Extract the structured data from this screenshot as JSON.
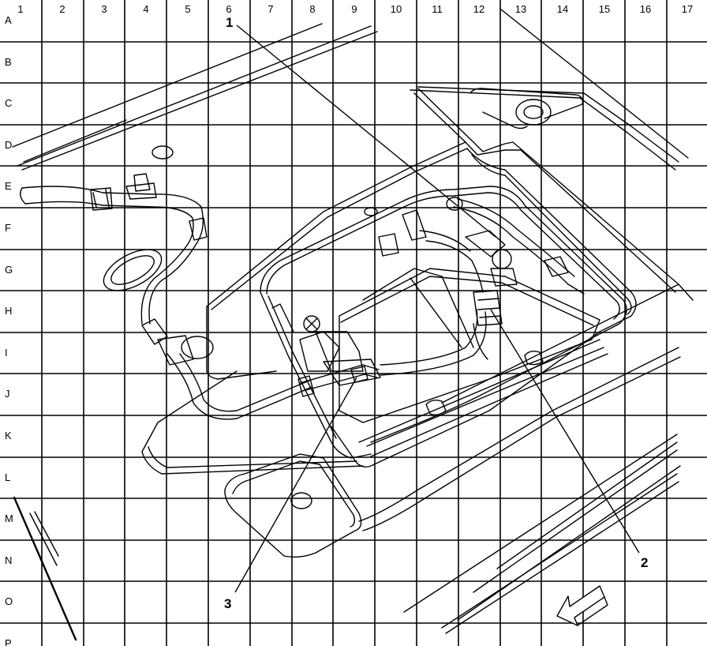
{
  "grid": {
    "columns": [
      "1",
      "2",
      "3",
      "4",
      "5",
      "6",
      "7",
      "8",
      "9",
      "10",
      "11",
      "12",
      "13",
      "14",
      "15",
      "16",
      "17"
    ],
    "rows": [
      "A",
      "B",
      "C",
      "D",
      "E",
      "F",
      "G",
      "H",
      "I",
      "J",
      "K",
      "L",
      "M",
      "N",
      "O",
      "P"
    ]
  },
  "callouts": [
    {
      "id": "callout-1",
      "label": "1"
    },
    {
      "id": "callout-2",
      "label": "2"
    },
    {
      "id": "callout-3",
      "label": "3"
    }
  ]
}
